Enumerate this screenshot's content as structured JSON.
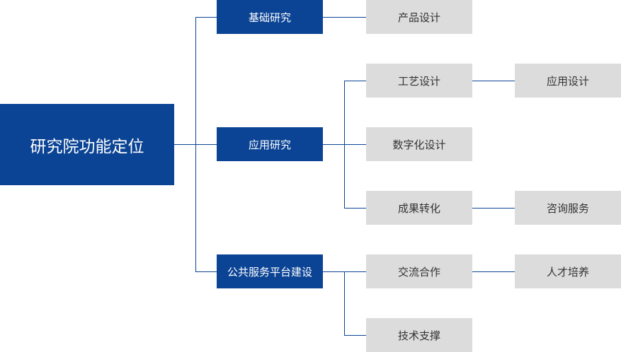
{
  "root": {
    "label": "研究院功能定位"
  },
  "branches": [
    {
      "label": "基础研究",
      "children": [
        {
          "label": "产品设计"
        }
      ]
    },
    {
      "label": "应用研究",
      "children": [
        {
          "label": "工艺设计",
          "child": {
            "label": "应用设计"
          }
        },
        {
          "label": "数字化设计"
        },
        {
          "label": "成果转化",
          "child": {
            "label": "咨询服务"
          }
        }
      ]
    },
    {
      "label": "公共服务平台建设",
      "children": [
        {
          "label": "交流合作",
          "child": {
            "label": "人才培养"
          }
        },
        {
          "label": "技术支撑"
        }
      ]
    }
  ],
  "colors": {
    "primary": "#0b4495",
    "secondary": "#dcdcdc",
    "connector": "#0b4495"
  }
}
